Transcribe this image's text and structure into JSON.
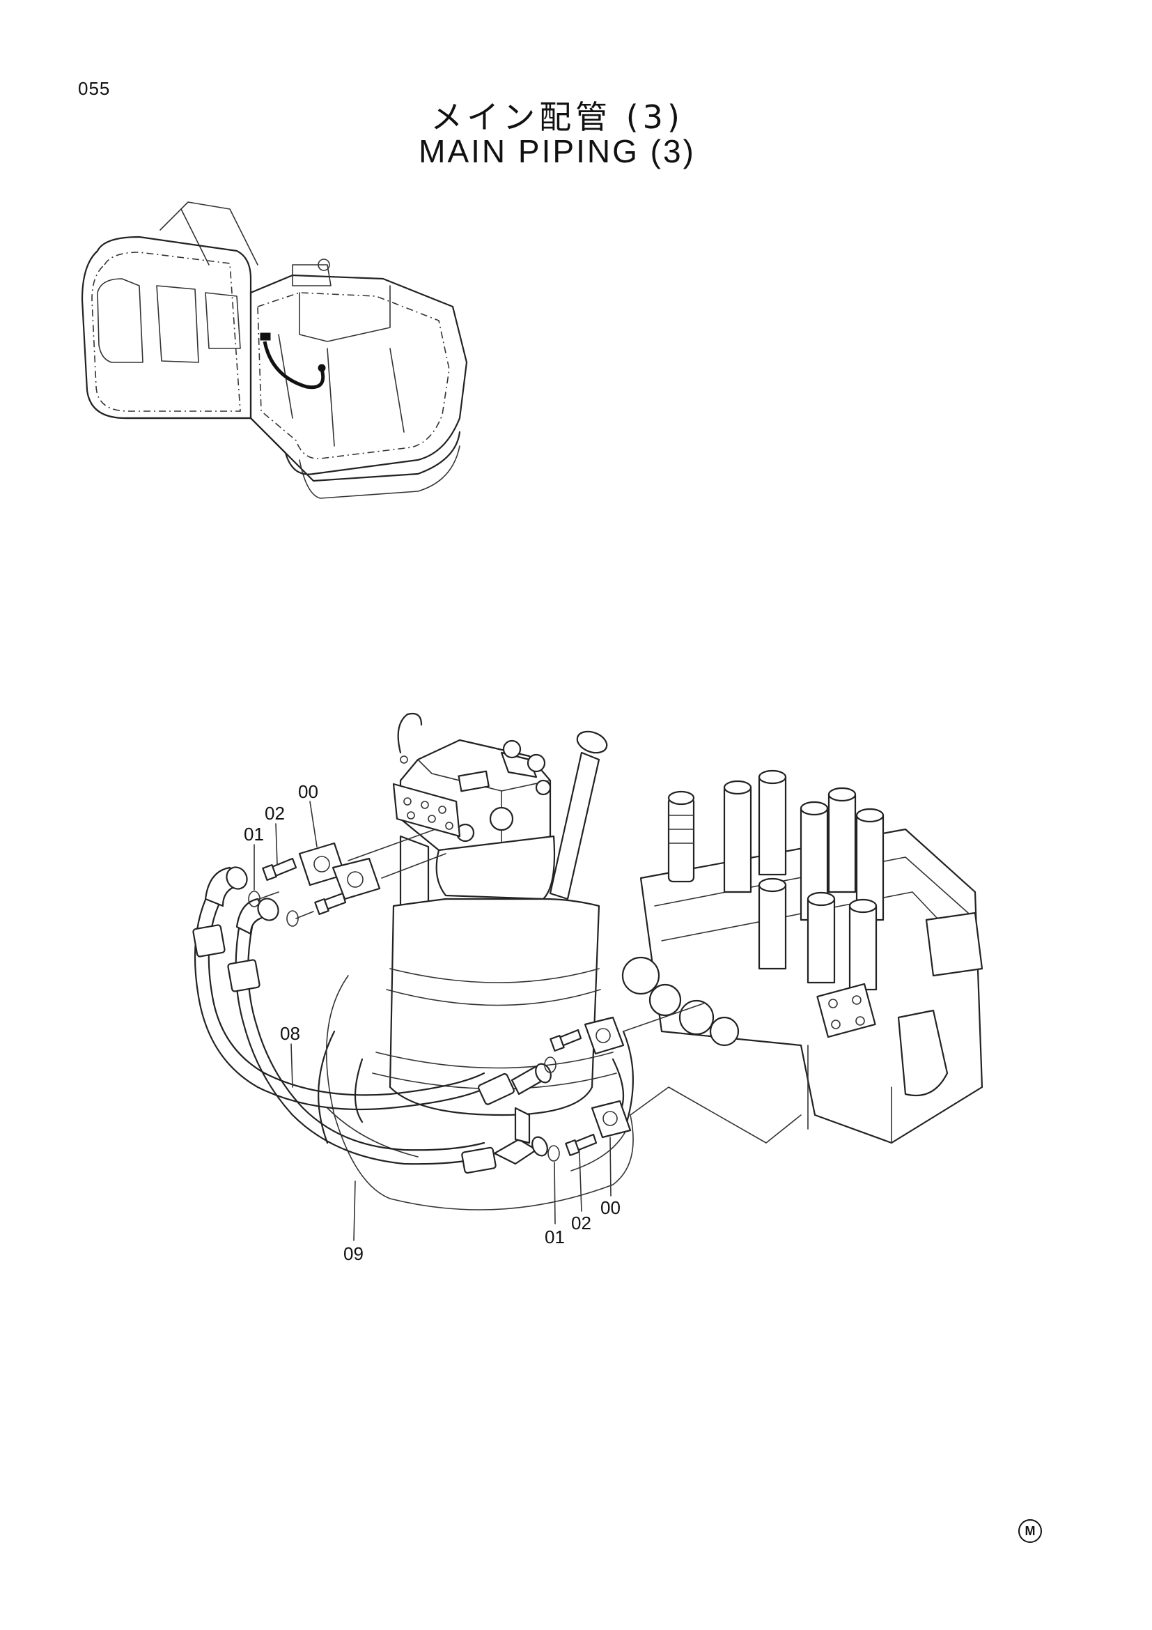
{
  "page": {
    "number": "055",
    "title_ja": "メイン配管 (3)",
    "title_en": "MAIN PIPING (3)",
    "corner_mark": "M"
  },
  "callouts": [
    {
      "id": "label-00-top",
      "text": "00"
    },
    {
      "id": "label-02-top",
      "text": "02"
    },
    {
      "id": "label-01-top",
      "text": "01"
    },
    {
      "id": "label-08",
      "text": "08"
    },
    {
      "id": "label-09",
      "text": "09"
    },
    {
      "id": "label-01-bottom",
      "text": "01"
    },
    {
      "id": "label-02-bottom",
      "text": "02"
    },
    {
      "id": "label-00-bottom",
      "text": "00"
    }
  ]
}
